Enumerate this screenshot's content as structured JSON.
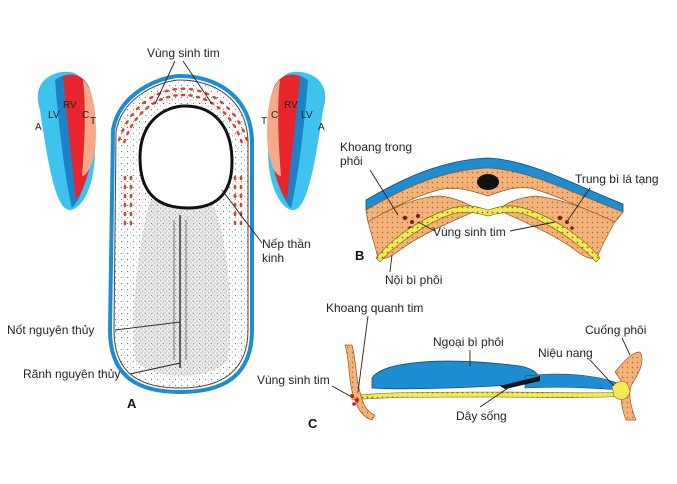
{
  "figure": {
    "panel_labels": {
      "a": "A",
      "b": "B",
      "c": "C"
    },
    "panel_a": {
      "top_label": "Vùng sinh tim",
      "fold_label_line1": "Nếp thần",
      "fold_label_line2": "kinh",
      "node_label": "Nốt nguyên thủy",
      "streak_label": "Rãnh nguyên thủy"
    },
    "heart_map": {
      "labels": {
        "a": "A",
        "lv": "LV",
        "rv": "RV",
        "c": "C",
        "t": "T"
      },
      "colors": {
        "a": "#3ec3ee",
        "lv": "#1f82c8",
        "rv": "#e8242c",
        "ct": "#f6a88a"
      }
    },
    "panel_b": {
      "cavity_line1": "Khoang trong",
      "cavity_line2": "phôi",
      "splanchnic": "Trung bì lá tạng",
      "cardiac": "Vùng sinh tim",
      "endoderm": "Nội bì phôi"
    },
    "panel_c": {
      "pericardial": "Khoang quanh tim",
      "ectoderm": "Ngoại bì phôi",
      "stalk": "Cuống phôi",
      "cardiac": "Vùng sinh tim",
      "allantois": "Niệu nang",
      "notochord": "Dây sống"
    }
  }
}
